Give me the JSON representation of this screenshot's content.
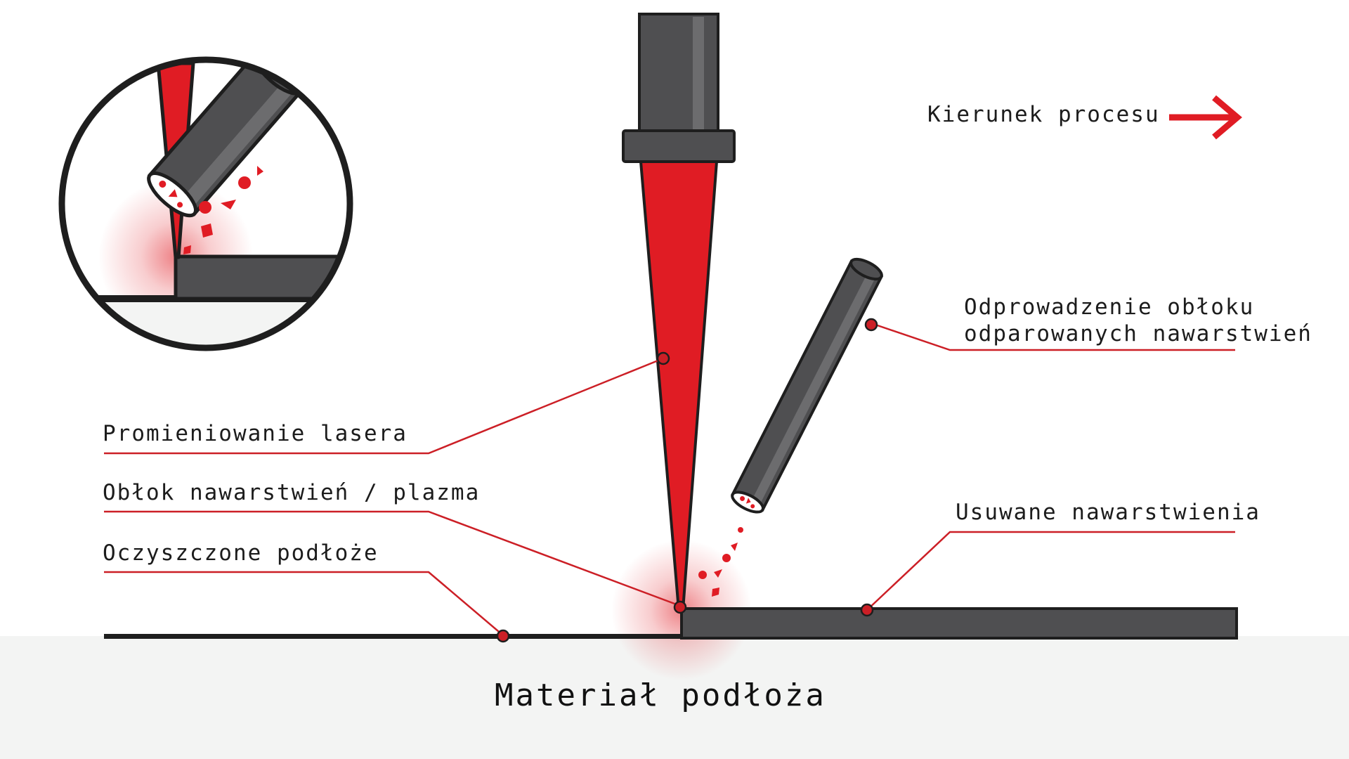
{
  "colors": {
    "laser_red": "#e01c24",
    "tool_dark": "#4f4f51",
    "outline": "#1e1e1e",
    "substrate_bg": "#f3f4f3",
    "annotation_line": "#cc1f26"
  },
  "labels": {
    "process_direction": "Kierunek procesu",
    "exhaust_line1": "Odprowadzenie obłoku",
    "exhaust_line2": "odparowanych nawarstwień",
    "laser_radiation": "Promieniowanie lasera",
    "plasma_cloud": "Obłok nawarstwień / plazma",
    "cleaned_substrate": "Oczyszczone podłoże",
    "removed_deposits": "Usuwane nawarstwienia",
    "substrate_material": "Materiał podłoża"
  },
  "icons": {
    "direction": "arrow-right-icon",
    "zoom": "magnified-detail-inset"
  }
}
